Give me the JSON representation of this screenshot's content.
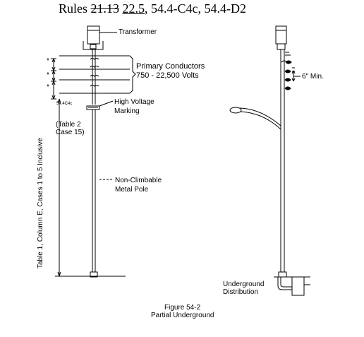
{
  "title": {
    "prefix": "Rules ",
    "struck": "21.13",
    "underlined": "22.5",
    "suffix": ", 54.4-C4c, 54.4-D2"
  },
  "labels": {
    "transformer": "Transformer",
    "primary_conductors_line1": "Primary Conductors",
    "primary_conductors_line2": "750 - 22,500 Volts",
    "rule_ref": "54.4C4c",
    "high_voltage_line1": "High Voltage",
    "high_voltage_line2": "Marking",
    "table2_line1": "(Table 2",
    "table2_line2": "Case 15)",
    "non_climbable_line1": "Non-Climbable",
    "non_climbable_line2": "Metal Pole",
    "vertical_dimension": "Table 1, Column E, Cases 1 to 5 Inclusive",
    "six_inch_min": "6\" Min.",
    "underground_line1": "Underground",
    "underground_line2": "Distribution",
    "asterisk": "*"
  },
  "caption": {
    "line1": "Figure 54-2",
    "line2": "Partial Underground"
  }
}
